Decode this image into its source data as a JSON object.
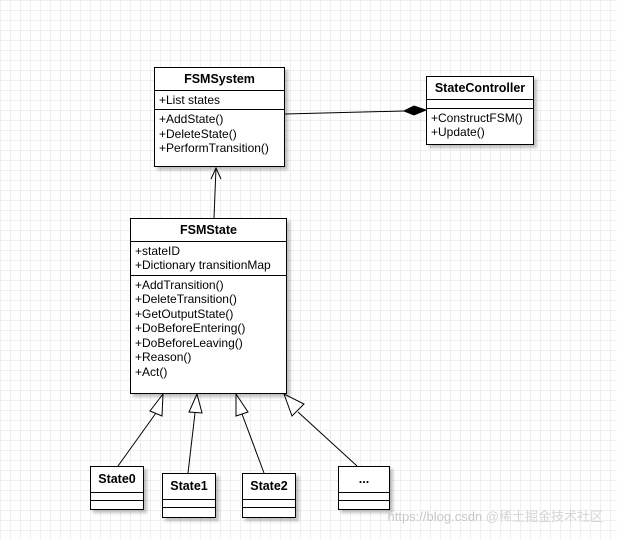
{
  "classes": {
    "fsm_system": {
      "name": "FSMSystem",
      "attributes": [
        "+List states"
      ],
      "methods": [
        "+AddState()",
        "+DeleteState()",
        "+PerformTransition()"
      ]
    },
    "state_controller": {
      "name": "StateController",
      "attributes": [],
      "methods": [
        "+ConstructFSM()",
        "+Update()"
      ]
    },
    "fsm_state": {
      "name": "FSMState",
      "attributes": [
        "+stateID",
        "+Dictionary transitionMap"
      ],
      "methods": [
        "+AddTransition()",
        "+DeleteTransition()",
        "+GetOutputState()",
        "+DoBeforeEntering()",
        "+DoBeforeLeaving()",
        "+Reason()",
        "+Act()"
      ]
    },
    "state0": {
      "name": "State0"
    },
    "state1": {
      "name": "State1"
    },
    "state2": {
      "name": "State2"
    },
    "state_more": {
      "name": "..."
    }
  },
  "relations": [
    {
      "type": "composition",
      "from": "fsm_system",
      "to": "state_controller"
    },
    {
      "type": "association",
      "from": "fsm_state",
      "to": "fsm_system"
    },
    {
      "type": "generalization",
      "from": "state0",
      "to": "fsm_state"
    },
    {
      "type": "generalization",
      "from": "state1",
      "to": "fsm_state"
    },
    {
      "type": "generalization",
      "from": "state2",
      "to": "fsm_state"
    },
    {
      "type": "generalization",
      "from": "state_more",
      "to": "fsm_state"
    }
  ],
  "watermark": {
    "url": "https://blog.csdn",
    "handle": "@稀土掘金技术社区"
  }
}
